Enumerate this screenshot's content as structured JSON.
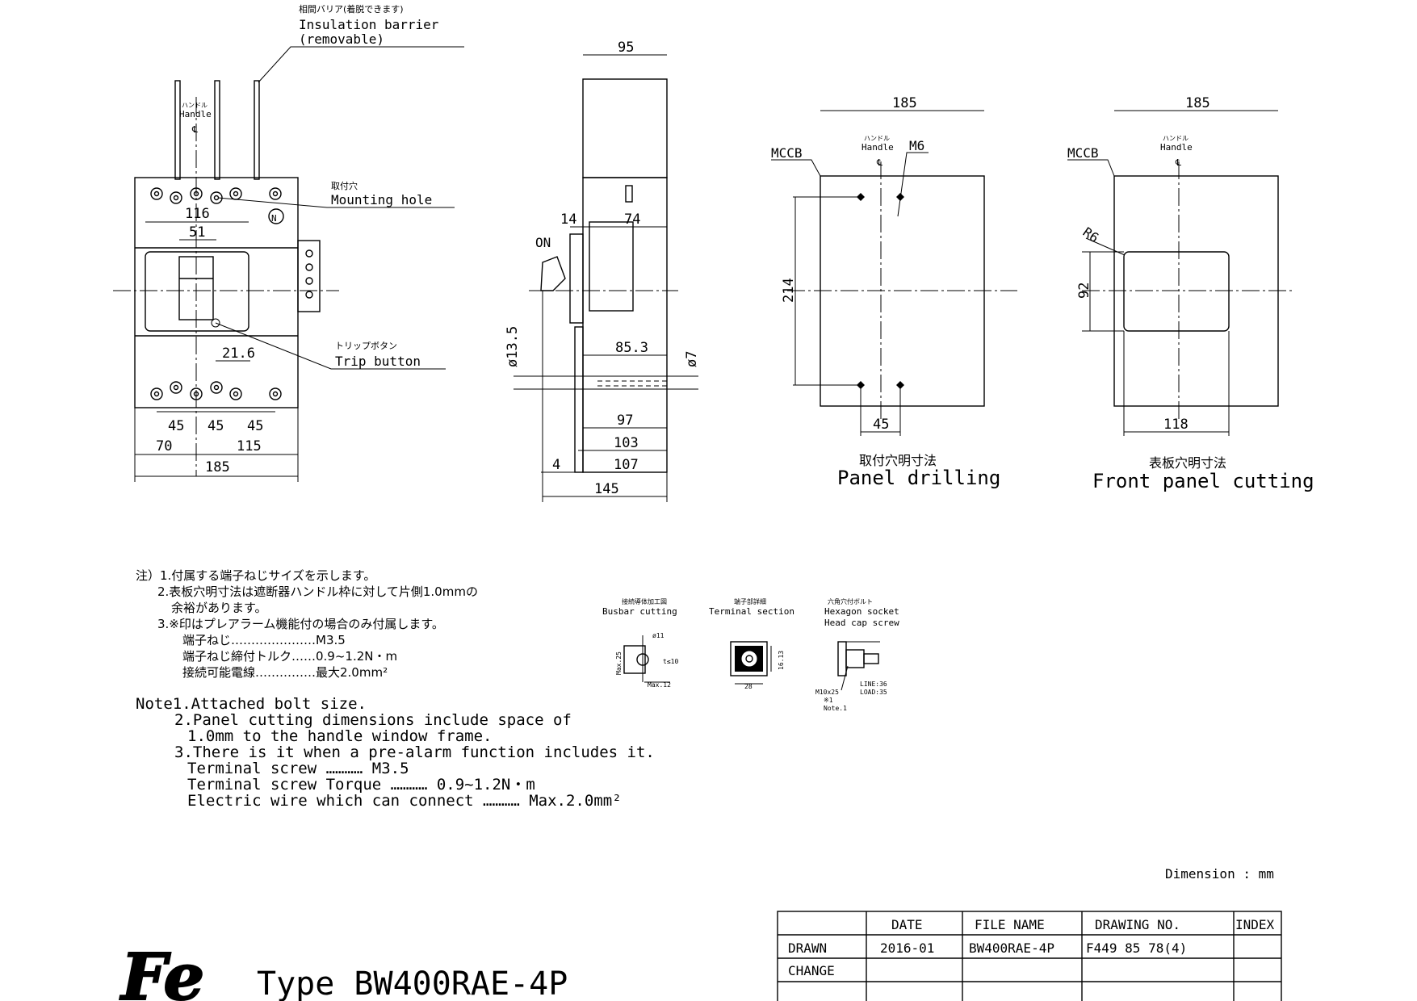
{
  "front_view": {
    "barrier_jp": "相間バリア(着脱できます)",
    "barrier_en": "Insulation barrier",
    "barrier_en2": "(removable)",
    "handle_jp": "ハンドル",
    "handle_en": "Handle",
    "centerline": "℄",
    "mount_jp": "取付穴",
    "mount_en": "Mounting hole",
    "neutral": "N",
    "trip_jp": "トリップボタン",
    "trip_en": "Trip button",
    "dims": [
      "116",
      "51",
      "21.6",
      "45",
      "45",
      "45",
      "70",
      "115",
      "185"
    ]
  },
  "side_view": {
    "on_label": "ON",
    "dims": [
      "95",
      "14",
      "74",
      "ø13.5",
      "85.3",
      "ø7",
      "97",
      "103",
      "4",
      "107",
      "145"
    ]
  },
  "panel_drilling": {
    "mccb": "MCCB",
    "handle_jp": "ハンドル",
    "handle_en": "Handle",
    "centerline": "℄",
    "thread": "M6",
    "dims": [
      "185",
      "214",
      "45"
    ],
    "title_jp": "取付穴明寸法",
    "title_en": "Panel drilling"
  },
  "front_panel_cutting": {
    "mccb": "MCCB",
    "handle_jp": "ハンドル",
    "handle_en": "Handle",
    "centerline": "℄",
    "radius": "R6",
    "dims": [
      "185",
      "92",
      "118"
    ],
    "title_jp": "表板穴明寸法",
    "title_en": "Front panel cutting"
  },
  "details": {
    "busbar_jp": "接続導体加工図",
    "busbar_en": "Busbar cutting",
    "busbar_d": "ø11",
    "busbar_t": "t≤10",
    "busbar_w": "Max.25",
    "busbar_l": "Max.12",
    "terminal_jp": "端子部詳細",
    "terminal_en": "Terminal section",
    "terminal_w": "28",
    "terminal_h": "16.13",
    "screw_jp": "六角穴付ボルト",
    "screw_en1": "Hexagon socket",
    "screw_en2": "Head cap screw",
    "screw_size": "M10x25",
    "screw_mark": "※1",
    "screw_note": "Note.1",
    "screw_line": "LINE:36",
    "screw_load": "LOAD:35"
  },
  "notes_jp": [
    "注）1.付属する端子ねじサイズを示します。",
    "2.表板穴明寸法は遮断器ハンドル枠に対して片側1.0mmの",
    "余裕があります。",
    "3.※印はプレアラーム機能付の場合のみ付属します。",
    "端子ねじ…………………M3.5",
    "端子ねじ締付トルク……0.9~1.2N・m",
    "接続可能電線……………最大2.0mm²"
  ],
  "notes_en": [
    "Note1.Attached bolt size.",
    "2.Panel cutting dimensions include space of",
    "1.0mm to the handle window frame.",
    "3.There is it when a pre-alarm function includes it.",
    "Terminal screw ………… M3.5",
    "Terminal screw Torque ………… 0.9~1.2N・m",
    "Electric wire which can connect ………… Max.2.0mm²"
  ],
  "dimension_unit": "Dimension : mm",
  "title_block": {
    "headers": [
      "",
      "DATE",
      "FILE NAME",
      "DRAWING NO.",
      "INDEX"
    ],
    "rows": [
      [
        "DRAWN",
        "2016-01",
        "BW400RAE-4P",
        "F449 85 78(4)",
        ""
      ],
      [
        "CHANGE",
        "",
        "",
        "",
        ""
      ],
      [
        "",
        "",
        "",
        "",
        ""
      ]
    ]
  },
  "logo_text": "Fe",
  "type_label": "Type BW400RAE-4P"
}
